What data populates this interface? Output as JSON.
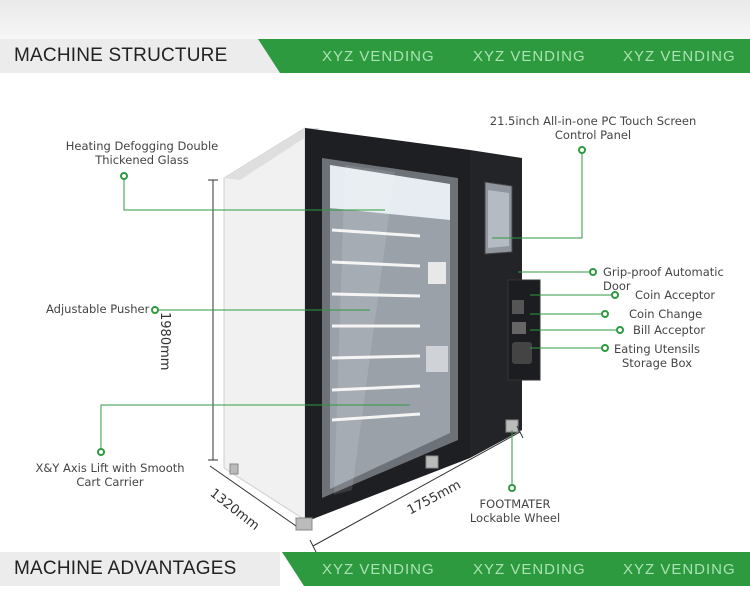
{
  "header": {
    "title": "MACHINE STRUCTURE",
    "brand": [
      "XYZ VENDING",
      "XYZ VENDING",
      "XYZ VENDING"
    ]
  },
  "footer": {
    "title": "MACHINE ADVANTAGES",
    "brand": [
      "XYZ VENDING",
      "XYZ VENDING",
      "XYZ VENDING"
    ]
  },
  "callouts": {
    "glass": [
      "Heating Defogging Double",
      "Thickened Glass"
    ],
    "screen": [
      "21.5inch All-in-one PC Touch Screen",
      "Control Panel"
    ],
    "door": "Grip-proof Automatic Door",
    "coin_acceptor": "Coin Acceptor",
    "coin_change": "Coin Change",
    "bill_acceptor": "Bill Acceptor",
    "utensils": [
      "Eating Utensils",
      "Storage Box"
    ],
    "pusher": "Adjustable Pusher",
    "lift": [
      "X&Y Axis Lift with Smooth",
      "Cart Carrier"
    ],
    "wheel": [
      "FOOTMATER",
      "Lockable Wheel"
    ]
  },
  "dimensions": {
    "height": "1980mm",
    "depth": "1320mm",
    "width": "1755mm"
  },
  "colors": {
    "accent": "#2e9a40",
    "callout": "#2e9a40"
  }
}
